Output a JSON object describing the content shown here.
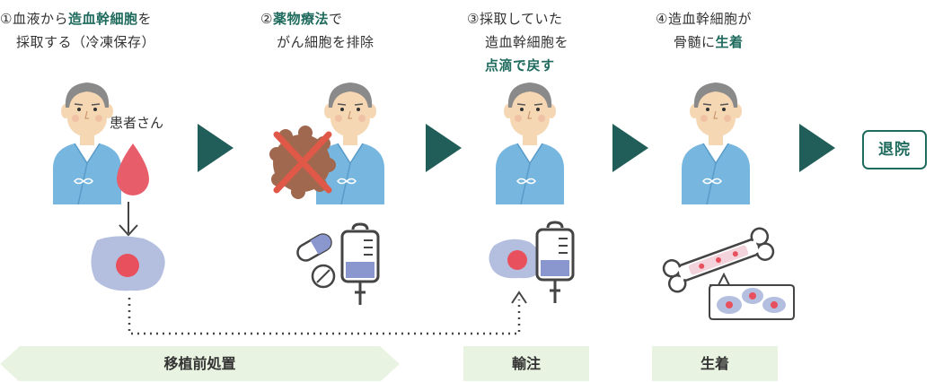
{
  "steps": [
    {
      "n": "①",
      "line1_a": "血液から",
      "line1_b": "造血幹細胞",
      "line1_c": "を",
      "line2": "採取する（冷凍保存）"
    },
    {
      "n": "②",
      "line1_a": "薬物療法",
      "line1_b": "で",
      "line2": "がん細胞を排除"
    },
    {
      "n": "③",
      "line1": "採取していた",
      "line2": "造血幹細胞を",
      "line3_a": "点滴で戻す"
    },
    {
      "n": "④",
      "line1": "造血幹細胞が",
      "line2_a": "骨髄に",
      "line2_b": "生着"
    }
  ],
  "patient_label": "患者さん",
  "discharge_label": "退院",
  "banners": [
    {
      "label": "移植前処置"
    },
    {
      "label": "輸注"
    },
    {
      "label": "生着"
    }
  ],
  "colors": {
    "accent": "#1f6b5e",
    "banner": "#e8f3e1",
    "gown": "#76b6df",
    "cell": "#b4bfe0",
    "nucleus": "#e8505d",
    "blood_drop": "#e85d6a",
    "cross": "#e05848",
    "cancer_cell": "#a0694f"
  },
  "icons": [
    "blood-drop-icon",
    "stem-cell-icon",
    "cancer-cell-icon",
    "cross-mark-icon",
    "capsule-icon",
    "tablet-icon",
    "iv-bag-icon",
    "bone-icon",
    "arrow-right-icon",
    "arrow-down-icon",
    "arrow-up-icon"
  ]
}
